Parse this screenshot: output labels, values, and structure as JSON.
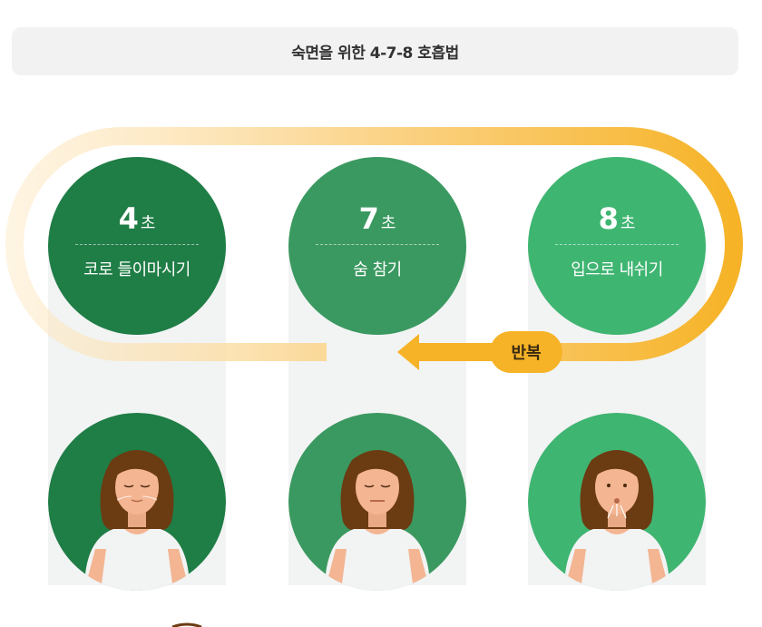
{
  "title": "숙면을 위한 4-7-8 호흡법",
  "repeat_label": "반복",
  "colors": {
    "step1": "#1f7d46",
    "step2": "#3a9960",
    "step3": "#3fb572",
    "loop": "#f6b327",
    "column": "#f2f3f3"
  },
  "steps": [
    {
      "seconds": "4",
      "unit": "초",
      "action": "코로 들이마시기",
      "icon": "inhale-nose-icon"
    },
    {
      "seconds": "7",
      "unit": "초",
      "action": "숨 참기",
      "icon": "hold-breath-icon"
    },
    {
      "seconds": "8",
      "unit": "초",
      "action": "입으로 내쉬기",
      "icon": "exhale-mouth-icon"
    }
  ]
}
